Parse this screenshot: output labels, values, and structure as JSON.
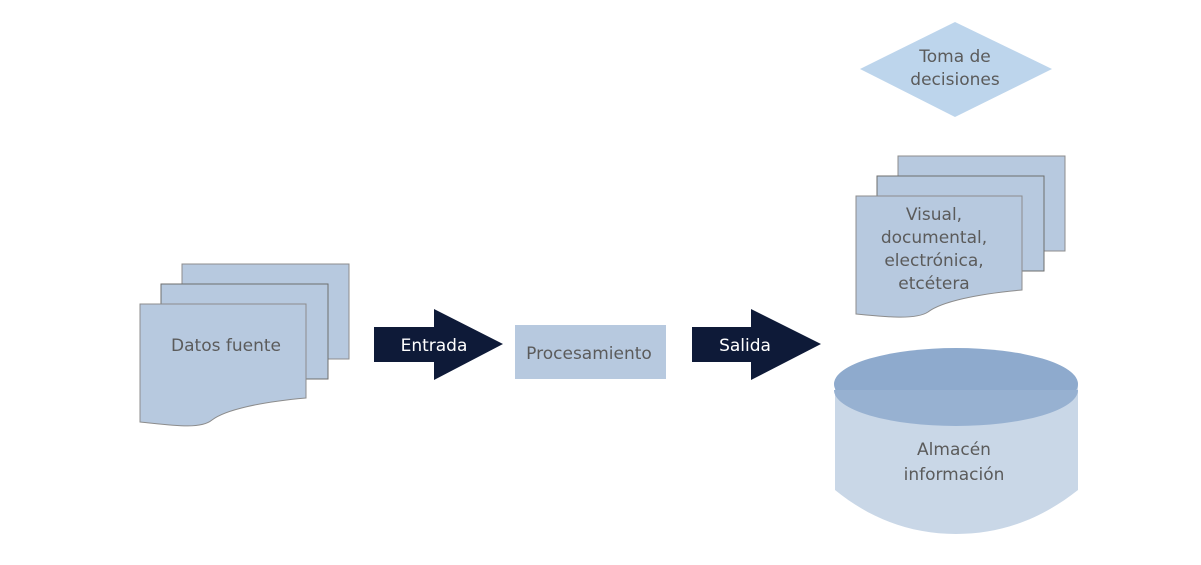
{
  "diagram": {
    "type": "information-system-flow",
    "colors": {
      "doc_fill": "#b7c9df",
      "doc_stroke": "#8c8c8c",
      "arrow_fill": "#0e1a38",
      "process_fill": "#b7c9df",
      "decision_fill": "#bdd5ec",
      "cylinder_body": "#c9d7e7",
      "cylinder_top": "#8eaacd",
      "text_dark": "#5b5b5b",
      "text_light": "#ffffff"
    },
    "nodes": {
      "source_data": {
        "label": "Datos fuente",
        "shape": "multi-document"
      },
      "input_arrow": {
        "label": "Entrada",
        "shape": "arrow"
      },
      "processing": {
        "label": "Procesamiento",
        "shape": "rectangle"
      },
      "output_arrow": {
        "label": "Salida",
        "shape": "arrow"
      },
      "output_formats": {
        "shape": "multi-document",
        "lines": [
          "Visual,",
          "documental,",
          "electrónica,",
          "etcétera"
        ]
      },
      "decision": {
        "shape": "diamond",
        "lines": [
          "Toma de",
          "decisiones"
        ]
      },
      "storage": {
        "shape": "cylinder",
        "lines": [
          "Almacén",
          "información"
        ]
      }
    }
  }
}
